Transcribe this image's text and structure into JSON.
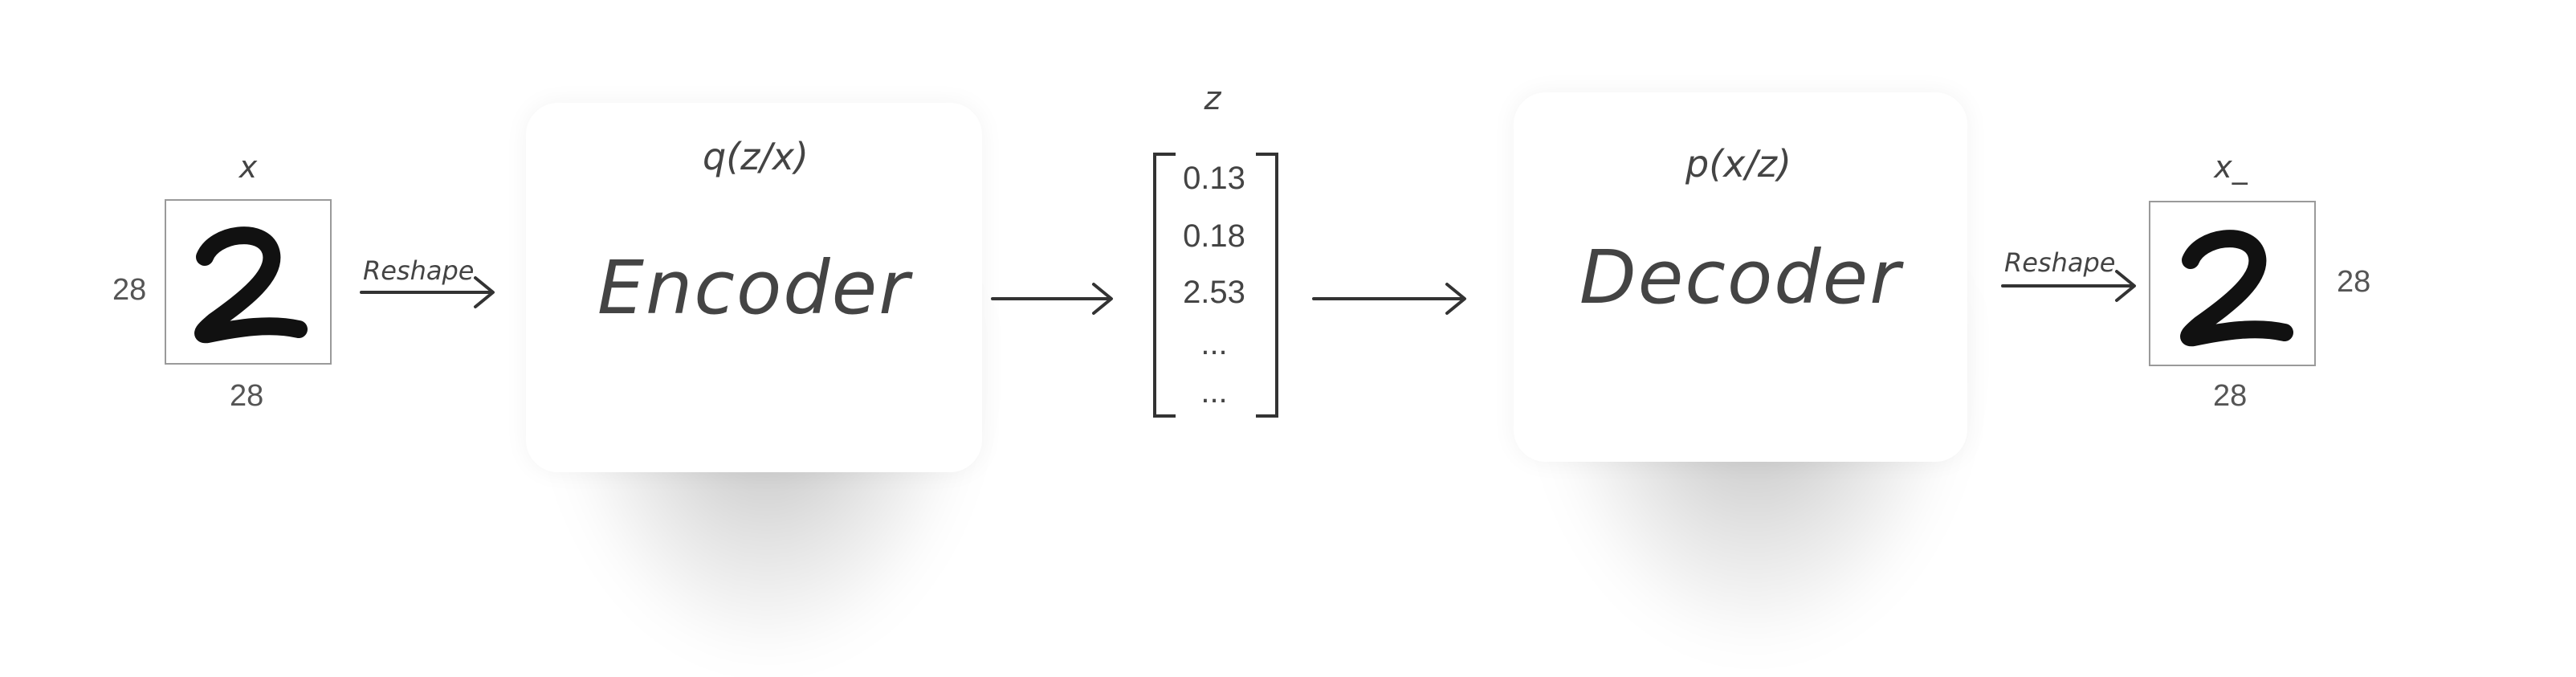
{
  "input": {
    "label": "x",
    "height": "28",
    "width": "28"
  },
  "reshape_in": {
    "label": "Reshape"
  },
  "encoder": {
    "formula": "q(z/x)",
    "label": "Encoder"
  },
  "latent": {
    "label": "z",
    "values": [
      "0.13",
      "0.18",
      "2.53",
      "...",
      "..."
    ]
  },
  "decoder": {
    "formula": "p(x/z)",
    "label": "Decoder"
  },
  "reshape_out": {
    "label": "Reshape"
  },
  "output": {
    "label": "x_",
    "height": "28",
    "width": "28"
  },
  "colors": {
    "ink": "#333333",
    "frame": "#9a9a9a",
    "text": "#444444"
  },
  "icons": {
    "input_image": "handwritten-digit-two-icon",
    "output_image": "handwritten-digit-two-icon"
  }
}
